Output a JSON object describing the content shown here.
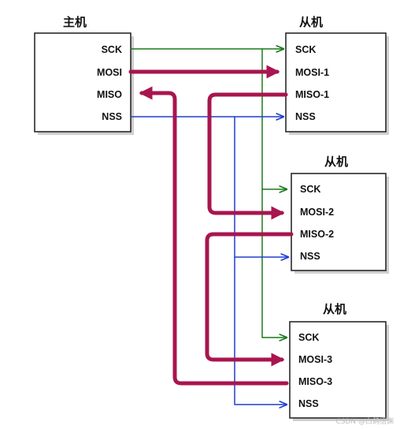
{
  "master": {
    "title": "主机",
    "pins": [
      "SCK",
      "MOSI",
      "MISO",
      "NSS"
    ]
  },
  "slaves": [
    {
      "title": "从机",
      "pins": [
        "SCK",
        "MOSI-1",
        "MISO-1",
        "NSS"
      ]
    },
    {
      "title": "从机",
      "pins": [
        "SCK",
        "MOSI-2",
        "MISO-2",
        "NSS"
      ]
    },
    {
      "title": "从机",
      "pins": [
        "SCK",
        "MOSI-3",
        "MISO-3",
        "NSS"
      ]
    }
  ],
  "watermark": "CSDN @白鸽悟渊",
  "colors": {
    "sck": "#1a7a1a",
    "nss": "#1f3fd0",
    "data_lines": "#a8154f"
  }
}
